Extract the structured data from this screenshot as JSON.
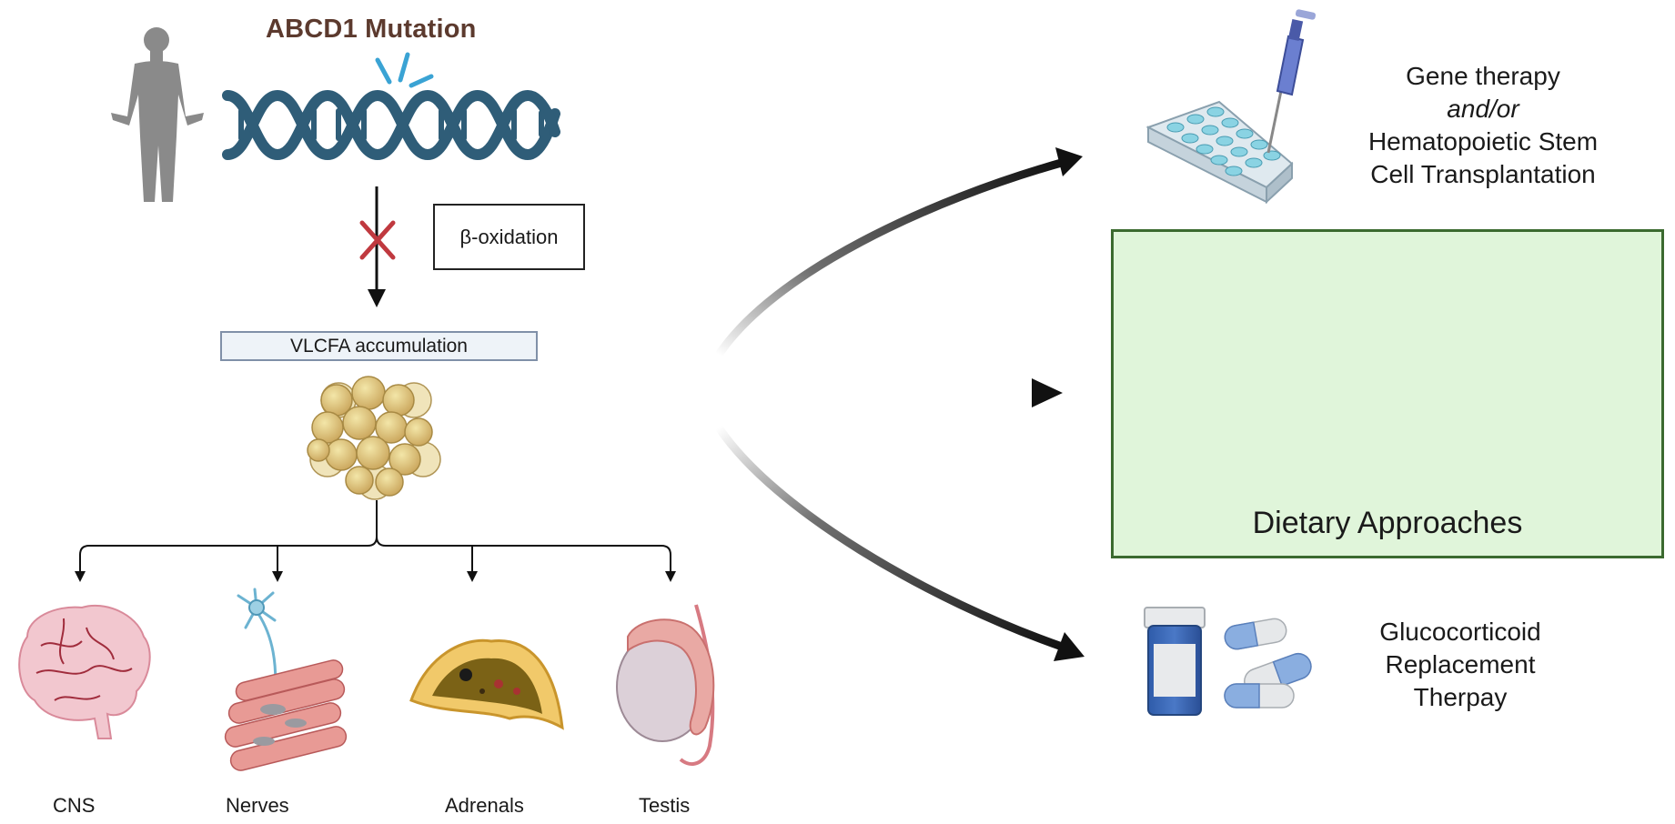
{
  "title": "ABCD1 Mutation",
  "beta_label": "β-oxidation",
  "vlcfa_label": "VLCFA accumulation",
  "organs": [
    "CNS",
    "Nerves",
    "Adrenals",
    "Testis"
  ],
  "therapy_gene": [
    "Gene therapy",
    "and/or",
    "Hematopoietic Stem",
    "Cell Transplantation"
  ],
  "therapy_diet": "Dietary Approaches",
  "therapy_gluco": [
    "Glucocorticoid",
    "Replacement",
    "Therpay"
  ],
  "colors": {
    "title": "#5c3a2e",
    "dna": "#2f5d78",
    "dna_accent": "#3aa3d4",
    "diet_bg": "#e0f5da",
    "diet_border": "#3b6a2f",
    "no_sign": "#d42626",
    "arrow": "#111111"
  }
}
